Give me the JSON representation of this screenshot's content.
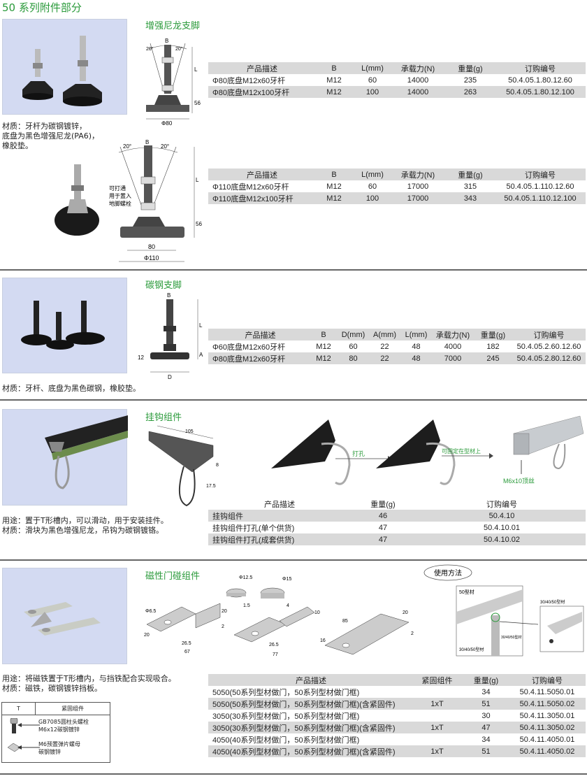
{
  "page_title": "50 系列附件部分",
  "sections": {
    "nylon_foot": {
      "title": "增强尼龙支脚",
      "material": [
        "材质：牙杆为碳钢镀锌，",
        "底盘为黑色增强尼龙(PA6)，",
        "橡胶垫。"
      ],
      "drawing1": {
        "b": "B",
        "angle_left": "20°",
        "angle_right": "20°",
        "l": "L",
        "h": "56",
        "dia": "Φ80"
      },
      "drawing2": {
        "b": "B",
        "angle_left": "20°",
        "angle_right": "20°",
        "l": "L",
        "h": "56",
        "inner": "80",
        "dia": "Φ110",
        "note": [
          "可打通",
          "用于置入",
          "地脚螺栓"
        ]
      },
      "table1": {
        "headers": [
          "产品描述",
          "B",
          "L(mm)",
          "承载力(N)",
          "重量(g)",
          "订购编号"
        ],
        "rows": [
          [
            "Φ80底盘M12x60牙杆",
            "M12",
            "60",
            "14000",
            "235",
            "50.4.05.1.80.12.60"
          ],
          [
            "Φ80底盘M12x100牙杆",
            "M12",
            "100",
            "14000",
            "263",
            "50.4.05.1.80.12.100"
          ]
        ]
      },
      "table2": {
        "headers": [
          "产品描述",
          "B",
          "L(mm)",
          "承载力(N)",
          "重量(g)",
          "订购编号"
        ],
        "rows": [
          [
            "Φ110底盘M12x60牙杆",
            "M12",
            "60",
            "17000",
            "315",
            "50.4.05.1.110.12.60"
          ],
          [
            "Φ110底盘M12x100牙杆",
            "M12",
            "100",
            "17000",
            "343",
            "50.4.05.1.110.12.100"
          ]
        ]
      }
    },
    "steel_foot": {
      "title": "碳钢支脚",
      "material": "材质：牙杆、底盘为黑色碳钢，橡胶垫。",
      "drawing": {
        "b": "B",
        "l": "L",
        "a": "A",
        "h": "12",
        "d": "D"
      },
      "table": {
        "headers": [
          "产品描述",
          "B",
          "D(mm)",
          "A(mm)",
          "L(mm)",
          "承载力(N)",
          "重量(g)",
          "订购编号"
        ],
        "rows": [
          [
            "Φ60底盘M12x60牙杆",
            "M12",
            "60",
            "22",
            "48",
            "4000",
            "182",
            "50.4.05.2.60.12.60"
          ],
          [
            "Φ80底盘M12x60牙杆",
            "M12",
            "80",
            "22",
            "48",
            "7000",
            "245",
            "50.4.05.2.80.12.60"
          ]
        ]
      }
    },
    "hook": {
      "title": "挂钩组件",
      "text": [
        "用途：置于T形槽内，可以滑动，用于安装挂件。",
        "材质：滑块为黑色增强尼龙，吊钩为碳钢镀铬。"
      ],
      "drawing": {
        "len": "105",
        "h": "8",
        "w": "17.5"
      },
      "arrow1": "打孔",
      "arrow2": "可固定在型材上",
      "screw_label": "M6x10顶丝",
      "table": {
        "headers": [
          "产品描述",
          "重量(g)",
          "订购编号"
        ],
        "rows": [
          [
            "挂钩组件",
            "46",
            "50.4.10"
          ],
          [
            "挂钩组件打孔(单个供货)",
            "47",
            "50.4.10.01"
          ],
          [
            "挂钩组件打孔(成套供货)",
            "47",
            "50.4.10.02"
          ]
        ]
      }
    },
    "magnet": {
      "title": "磁性门碰组件",
      "text": [
        "用途：将磁铁置于T形槽内，与挡铁配合实现吸合。",
        "材质：磁铁，碳钢镀锌挡板。"
      ],
      "dims": {
        "hole": "Φ6.5",
        "w": "20",
        "h20": "20",
        "t": "2",
        "a": "26.5",
        "l1": "67",
        "l2": "77",
        "h10": "10",
        "l3": "85",
        "e": "16",
        "m1": "Φ12.5",
        "m1h": "1.5",
        "m2": "Φ15",
        "m2h": "4"
      },
      "usage": {
        "bubble": "使用方法",
        "profile50": "50型材",
        "profile_a": "30/40/50型材",
        "profile_b": "30/40/50型材",
        "profile_c": "30/40/50型材"
      },
      "fastener_box": {
        "col1": "T",
        "col2": "紧固组件",
        "item1": [
          "GB7085圆柱头螺栓",
          "M6x12碳钢镀锌"
        ],
        "item2": [
          "M6预置弹片螺母",
          "碳钢镀锌"
        ]
      },
      "table": {
        "headers": [
          "产品描述",
          "紧固组件",
          "重量(g)",
          "订购编号"
        ],
        "rows": [
          [
            "5050(50系列型材做门，50系列型材做门框)",
            "",
            "34",
            "50.4.11.5050.01"
          ],
          [
            "5050(50系列型材做门，50系列型材做门框)(含紧固件)",
            "1xT",
            "51",
            "50.4.11.5050.02"
          ],
          [
            "3050(30系列型材做门，50系列型材做门框)",
            "",
            "30",
            "50.4.11.3050.01"
          ],
          [
            "3050(30系列型材做门，50系列型材做门框)(含紧固件)",
            "1xT",
            "47",
            "50.4.11.3050.02"
          ],
          [
            "4050(40系列型材做门，50系列型材做门框)",
            "",
            "34",
            "50.4.11.4050.01"
          ],
          [
            "4050(40系列型材做门，50系列型材做门框)(含紧固件)",
            "1xT",
            "51",
            "50.4.11.4050.02"
          ]
        ]
      }
    }
  }
}
